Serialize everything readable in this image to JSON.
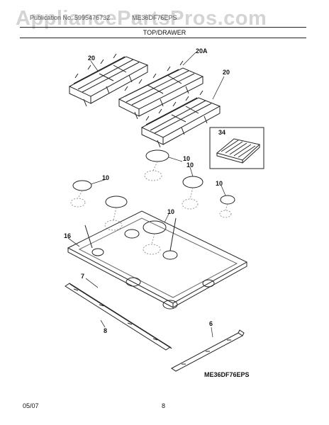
{
  "watermark": "AppliancePartsPros.com",
  "header": {
    "left_text": "Publication No. 5995476732",
    "right_text": "ME36DF76EPS",
    "section_title": "TOP/DRAWER"
  },
  "callouts": {
    "c20_left": "20",
    "c20A": "20A",
    "c20_right": "20",
    "c34": "34",
    "c10_top": "10",
    "c10_left": "10",
    "c10_right": "10",
    "c10_center": "10",
    "c16": "16",
    "c7": "7",
    "c8": "8",
    "c6": "6"
  },
  "diagram_code": "ME36DF76EPS",
  "footer": {
    "date": "05/07",
    "page": "8"
  }
}
